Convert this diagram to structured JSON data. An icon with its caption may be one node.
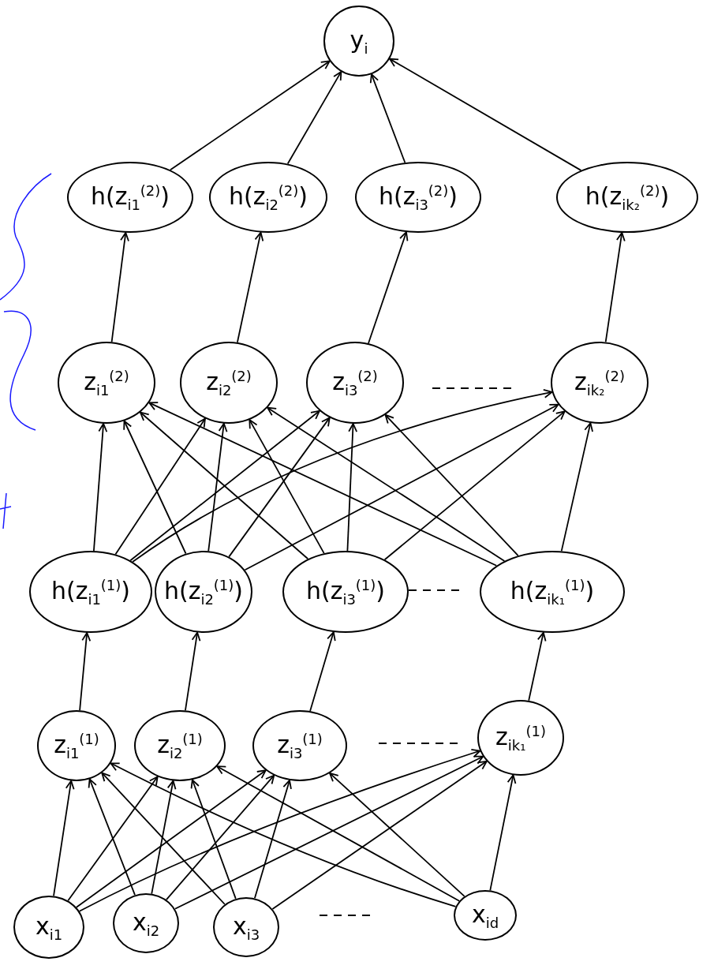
{
  "diagram": {
    "nodes": [
      {
        "text": [
          "y$_{i}$"
        ]
      },
      {
        "text": [
          "h(z$_{i1}$$^{(2)}$)"
        ]
      },
      {
        "text": [
          "h(z$_{i2}$$^{(2)}$)"
        ]
      },
      {
        "text": [
          "h(z$_{i3}$$^{(2)}$)"
        ]
      },
      {
        "text": [
          "h(z$_{ik₂}$$^{(2)}$)"
        ]
      },
      {
        "text": [
          "z$_{i1}$$^{(2)}$"
        ]
      },
      {
        "text": [
          "z$_{i2}$$^{(2)}$"
        ]
      },
      {
        "text": [
          "z$_{i3}$$^{(2)}$"
        ]
      },
      {
        "text": [
          "z$_{ik₂}$$^{(2)}$"
        ]
      },
      {
        "text": [
          "h(z$_{i1}$$^{(1)}$)"
        ]
      },
      {
        "text": [
          "h(z$_{i2}$$^{(1)}$)"
        ]
      },
      {
        "text": [
          "h(z$_{i3}$$^{(1)}$)"
        ]
      },
      {
        "text": [
          "h(z$_{ik₁}$$^{(1)}$)"
        ]
      },
      {
        "text": [
          "z$_{i1}$$^{(1)}$"
        ]
      },
      {
        "text": [
          "z$_{i2}$$^{(1)}$"
        ]
      },
      {
        "text": [
          "z$_{i3}$$^{(1)}$"
        ]
      },
      {
        "text": [
          "z$_{ik₁}$$^{(1)}$"
        ]
      },
      {
        "text": [
          "x$_{i1}$"
        ]
      },
      {
        "text": [
          "x$_{i2}$"
        ]
      },
      {
        "text": [
          "x$_{i3}$"
        ]
      },
      {
        "text": [
          "x$_{id}$"
        ]
      }
    ],
    "edges": [
      {
        "from": 1,
        "to": 0,
        "arrow": "to"
      },
      {
        "from": 2,
        "to": 0,
        "arrow": "to"
      },
      {
        "from": 3,
        "to": 0,
        "arrow": "to"
      },
      {
        "from": 4,
        "to": 0,
        "arrow": "to"
      },
      {
        "from": 5,
        "to": 1,
        "arrow": "to"
      },
      {
        "from": 6,
        "to": 2,
        "arrow": "to"
      },
      {
        "from": 7,
        "to": 3,
        "arrow": "to"
      },
      {
        "from": 8,
        "to": 4,
        "arrow": "to"
      },
      {
        "from": 9,
        "to": 5,
        "arrow": "to"
      },
      {
        "from": 9,
        "to": 6,
        "arrow": "to"
      },
      {
        "from": 9,
        "to": 7,
        "arrow": "to"
      },
      {
        "from": 9,
        "to": 8,
        "arrow": "to"
      },
      {
        "from": 10,
        "to": 5,
        "arrow": "to"
      },
      {
        "from": 10,
        "to": 6,
        "arrow": "to"
      },
      {
        "from": 10,
        "to": 7,
        "arrow": "to"
      },
      {
        "from": 10,
        "to": 8,
        "arrow": "to"
      },
      {
        "from": 11,
        "to": 5,
        "arrow": "to"
      },
      {
        "from": 11,
        "to": 6,
        "arrow": "to"
      },
      {
        "from": 11,
        "to": 7,
        "arrow": "to"
      },
      {
        "from": 11,
        "to": 8,
        "arrow": "to"
      },
      {
        "from": 12,
        "to": 5,
        "arrow": "to"
      },
      {
        "from": 12,
        "to": 6,
        "arrow": "to"
      },
      {
        "from": 12,
        "to": 7,
        "arrow": "to"
      },
      {
        "from": 12,
        "to": 8,
        "arrow": "to"
      },
      {
        "from": 13,
        "to": 9,
        "arrow": "to"
      },
      {
        "from": 14,
        "to": 10,
        "arrow": "to"
      },
      {
        "from": 15,
        "to": 11,
        "arrow": "to"
      },
      {
        "from": 16,
        "to": 12,
        "arrow": "to"
      },
      {
        "from": 17,
        "to": 13,
        "arrow": "to"
      },
      {
        "from": 17,
        "to": 14,
        "arrow": "to"
      },
      {
        "from": 17,
        "to": 15,
        "arrow": "to"
      },
      {
        "from": 17,
        "to": 16,
        "arrow": "to"
      },
      {
        "from": 18,
        "to": 13,
        "arrow": "to"
      },
      {
        "from": 18,
        "to": 14,
        "arrow": "to"
      },
      {
        "from": 18,
        "to": 15,
        "arrow": "to"
      },
      {
        "from": 18,
        "to": 16,
        "arrow": "to"
      },
      {
        "from": 19,
        "to": 13,
        "arrow": "to"
      },
      {
        "from": 19,
        "to": 14,
        "arrow": "to"
      },
      {
        "from": 19,
        "to": 15,
        "arrow": "to"
      },
      {
        "from": 19,
        "to": 16,
        "arrow": "to"
      },
      {
        "from": 20,
        "to": 13,
        "arrow": "to"
      },
      {
        "from": 20,
        "to": 14,
        "arrow": "to"
      },
      {
        "from": 20,
        "to": 15,
        "arrow": "to"
      },
      {
        "from": 20,
        "to": 16,
        "arrow": "to"
      }
    ]
  }
}
